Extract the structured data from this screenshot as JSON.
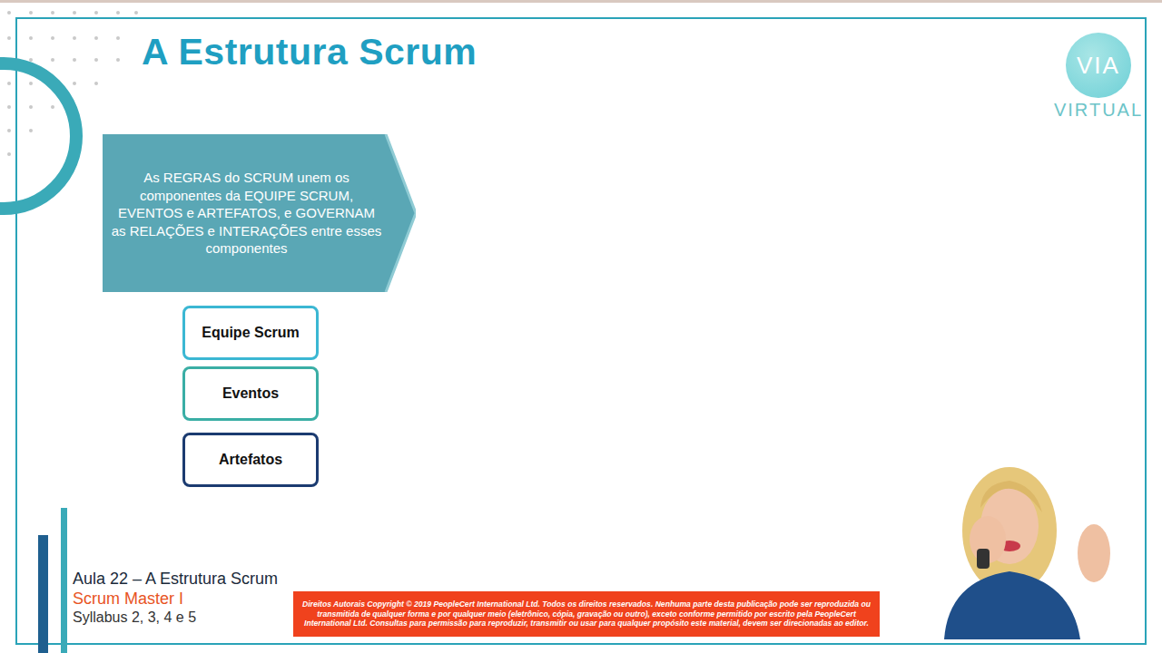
{
  "diagram": {
    "title": "A Estrutura Scrum",
    "nodes": [
      {
        "text": [
          "VIA",
          "VIRTUAL"
        ]
      },
      {
        "text": [
          "As REGRAS do SCRUM unem os componentes da EQUIPE SCRUM, EVENTOS e ARTEFATOS, e GOVERNAM as RELAÇÕES e INTERAÇÕES entre esses componentes"
        ]
      },
      {
        "text": [
          "Equipe Scrum"
        ]
      },
      {
        "text": [
          "Eventos"
        ]
      },
      {
        "text": [
          "Artefatos"
        ]
      },
      {
        "text": [
          "Direitos Autorais Copyright © 2019 PeopleCert International Ltd. Todos os direitos reservados. Nenhuma parte desta publicação pode ser reproduzida ou transmitida de qualquer forma e por qualquer meio (eletrônico, cópia, gravação ou outro), exceto conforme permitido por escrito pela PeopleCert International Ltd. Consultas para permissão para reproduzir, transmitir ou usar para qualquer propósito este material, devem ser direcionadas ao editor."
        ]
      }
    ],
    "labels": [
      "Aula 22 – A Estrutura Scrum",
      "Scrum Master I",
      "Syllabus 2, 3, 4 e 5"
    ]
  }
}
